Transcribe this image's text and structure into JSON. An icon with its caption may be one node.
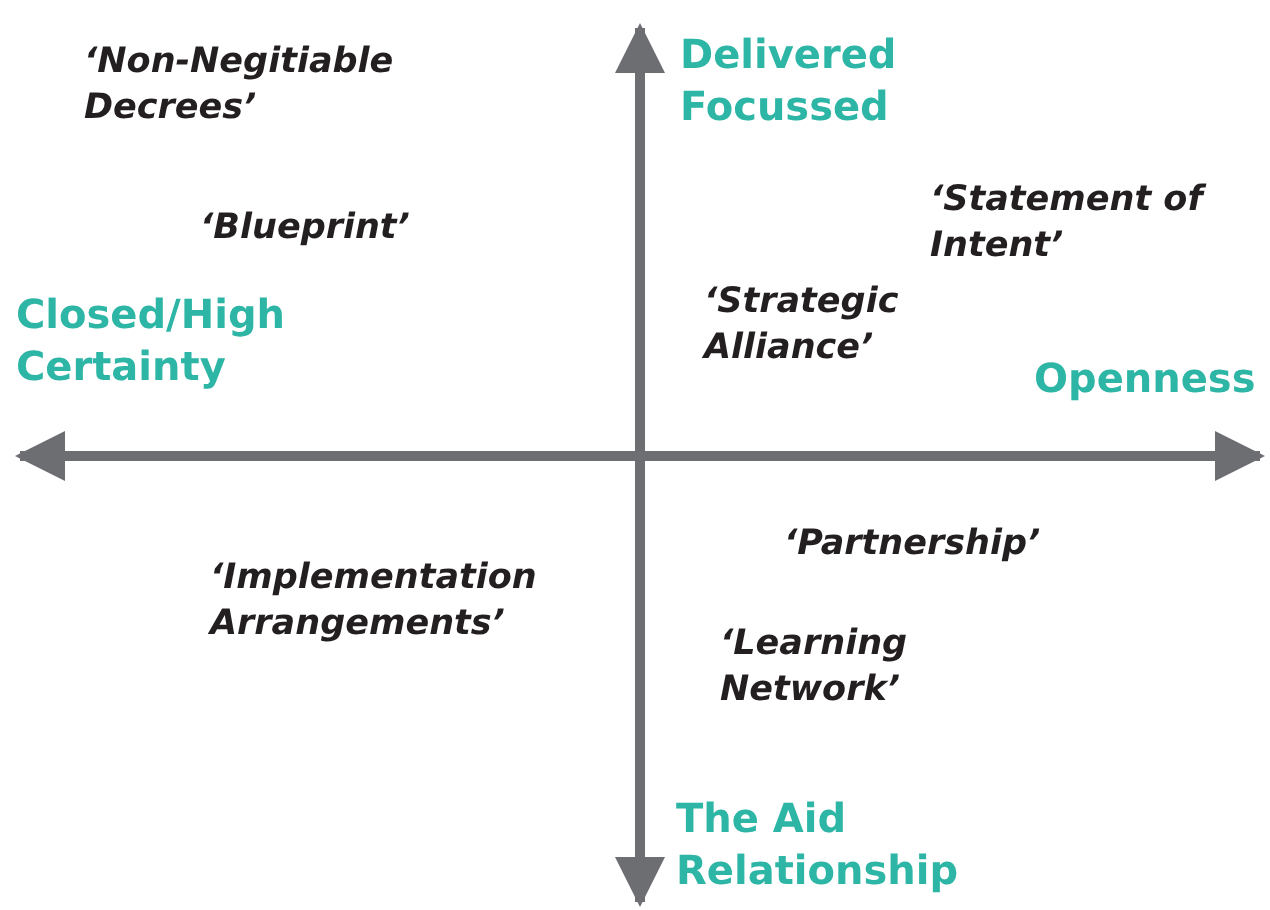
{
  "diagram": {
    "labels": [
      "‘Non-Negitiable Decrees’",
      "Delivered Focussed",
      "‘Blueprint’",
      "‘Statement of Intent’",
      "Closed/High Certainty",
      "‘Strategic Alliance’",
      "Openness",
      "‘Partnership’",
      "‘Implementation Arrangements’",
      "‘Learning Network’",
      "The Aid Relationship"
    ]
  }
}
